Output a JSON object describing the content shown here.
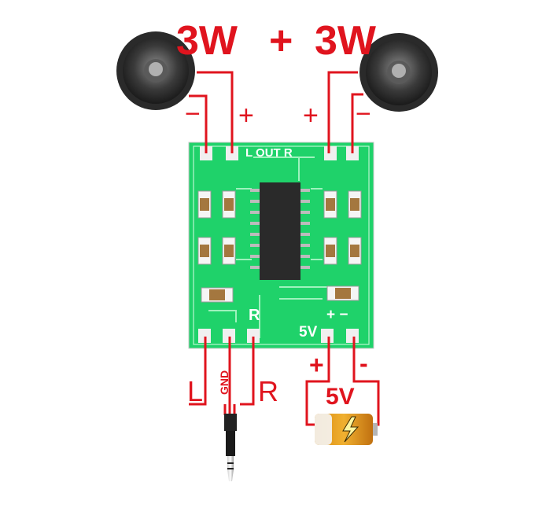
{
  "power": {
    "left_label": "3W",
    "plus": "+",
    "right_label": "3W"
  },
  "speakers": {
    "left": {
      "plus": "+",
      "minus": "−"
    },
    "right": {
      "plus": "+",
      "minus": "−"
    }
  },
  "board": {
    "silk_out": "L OUT R",
    "silk_r": "R",
    "silk_5v": "5V",
    "silk_pm": "+ −"
  },
  "audio_input": {
    "left": "L",
    "gnd": "GND",
    "right": "R"
  },
  "battery": {
    "voltage": "5V",
    "plus": "+",
    "minus": "-"
  },
  "colors": {
    "wire": "#e0141e",
    "pcb": "#1fd26a",
    "chip": "#2a2a2a"
  }
}
